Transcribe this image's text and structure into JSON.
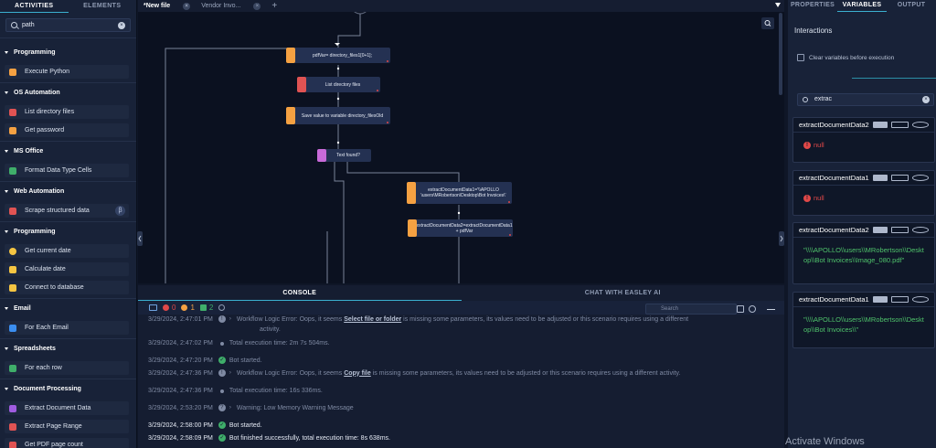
{
  "left": {
    "tabs": [
      "ACTIVITIES",
      "ELEMENTS"
    ],
    "search": "path",
    "sections": [
      {
        "title": "Programming",
        "items": [
          {
            "label": "Execute Python",
            "icon": "python-icon",
            "color": "#f5a142"
          }
        ]
      },
      {
        "title": "OS Automation",
        "items": [
          {
            "label": "List directory files",
            "icon": "folder-icon",
            "color": "#e05353"
          },
          {
            "label": "Get password",
            "icon": "key-icon",
            "color": "#f5a142"
          }
        ]
      },
      {
        "title": "MS Office",
        "items": [
          {
            "label": "Format Data Type Cells",
            "icon": "excel-icon",
            "color": "#3fae6a"
          }
        ]
      },
      {
        "title": "Web Automation",
        "items": [
          {
            "label": "Scrape structured data",
            "icon": "database-icon",
            "color": "#e05353",
            "beta": "β"
          }
        ]
      },
      {
        "title": "Programming",
        "items": [
          {
            "label": "Get current date",
            "icon": "clock-icon",
            "color": "#f5c542"
          },
          {
            "label": "Calculate date",
            "icon": "calendar-icon",
            "color": "#f5c542"
          },
          {
            "label": "Connect to database",
            "icon": "plug-icon",
            "color": "#f5c542"
          }
        ]
      },
      {
        "title": "Email",
        "items": [
          {
            "label": "For Each Email",
            "icon": "loop-icon",
            "color": "#3b8ef0"
          }
        ]
      },
      {
        "title": "Spreadsheets",
        "items": [
          {
            "label": "For each row",
            "icon": "loop-icon",
            "color": "#3fae6a"
          }
        ]
      },
      {
        "title": "Document Processing",
        "items": [
          {
            "label": "Extract Document Data",
            "icon": "document-icon",
            "color": "#a05ce0"
          },
          {
            "label": "Extract Page Range",
            "icon": "pdf-icon",
            "color": "#e05353"
          },
          {
            "label": "Get PDF page count",
            "icon": "pdf-icon",
            "color": "#e05353"
          }
        ]
      }
    ]
  },
  "tabs": {
    "file1": "*New file",
    "file2": "Vendor Invo...",
    "plus": "+"
  },
  "nodes": {
    "n1": "pdfVar= directory_files1[0+1];",
    "n2": "List directory files",
    "n3": "Save value to variable directory_filesOld",
    "n4": "Text found?",
    "n5": "extractDocumentData1='\\\\APOLLO \\users\\MRobertson\\Desktop\\Bot Invoices\\'",
    "n6": "extractDocumentData2=extractDocumentData1 + pdfVar"
  },
  "console": {
    "tabs": [
      "CONSOLE",
      "CHAT WITH EASLEY AI"
    ],
    "counts": {
      "errors": "0",
      "warnings": "1",
      "success": "2"
    },
    "search_placeholder": "Search",
    "logs": [
      {
        "ts": "3/29/2024, 2:47:01 PM",
        "type": "info",
        "pre": "Workflow Logic Error: Oops, it seems ",
        "em": "Select file or folder",
        "post": " is missing some parameters, its values need to be adjusted or this scenario requires using a different",
        "post2": "activity."
      },
      {
        "ts": "3/29/2024, 2:47:02 PM",
        "type": "dot",
        "msg": "Total execution time: 2m 7s 504ms."
      },
      {
        "ts": "3/29/2024, 2:47:20 PM",
        "type": "ok",
        "msg": "Bot started."
      },
      {
        "ts": "3/29/2024, 2:47:36 PM",
        "type": "info",
        "pre": "Workflow Logic Error: Oops, it seems ",
        "em": "Copy file",
        "post": " is missing some parameters, its values need to be adjusted or this scenario requires using a different activity."
      },
      {
        "ts": "3/29/2024, 2:47:36 PM",
        "type": "dot",
        "msg": "Total execution time: 16s 336ms."
      },
      {
        "ts": "3/29/2024, 2:53:20 PM",
        "type": "help",
        "msg": "Warning: Low Memory Warning Message"
      },
      {
        "ts": "3/29/2024, 2:58:00 PM",
        "type": "ok",
        "msg": "Bot started."
      },
      {
        "ts": "3/29/2024, 2:58:09 PM",
        "type": "ok",
        "msg": "Bot finished successfully, total execution time: 8s 638ms."
      }
    ]
  },
  "right": {
    "tabs": [
      "PROPERTIES",
      "VARIABLES",
      "OUTPUT"
    ],
    "heading": "Interactions",
    "clear_label": "Clear variables before execution",
    "search": "extrac",
    "cards": [
      {
        "name": "extractDocumentData2",
        "kind": "null",
        "value": "null"
      },
      {
        "name": "extractDocumentData1",
        "kind": "null",
        "value": "null"
      },
      {
        "name": "extractDocumentData2",
        "kind": "string",
        "value": "\"\\\\\\\\APOLLO\\\\users\\\\MRobertson\\\\Desktop\\\\Bot Invoices\\\\Image_080.pdf\""
      },
      {
        "name": "extractDocumentData1",
        "kind": "string",
        "value": "\"\\\\\\\\APOLLO\\\\users\\\\MRobertson\\\\Desktop\\\\Bot Invoices\\\\\""
      }
    ]
  },
  "watermark": "Activate Windows"
}
